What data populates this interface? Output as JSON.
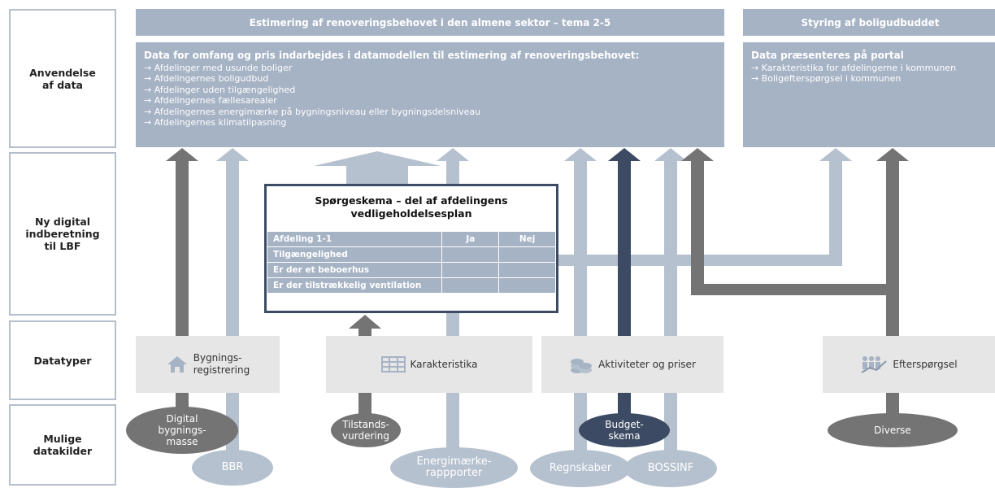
{
  "row_labels": {
    "usage": "Anvendelse\naf data",
    "reporting": "Ny digital\nindberetning\ntil LBF",
    "datatypes": "Datatyper",
    "sources": "Mulige\ndatakilder"
  },
  "headers": {
    "left": "Estimering af renoveringsbehovet i den almene sektor – tema 2-5",
    "right": "Styring af boligudbuddet"
  },
  "usage_left": {
    "title": "Data for omfang og pris indarbejdes i datamodellen til estimering af renoveringsbehovet:",
    "items": [
      "Afdelinger med usunde boliger",
      "Afdelingernes boligudbud",
      "Afdelinger uden tilgængelighed",
      "Afdelingernes fællesarealer",
      "Afdelingernes energimærke på bygningsniveau eller bygningsdelsniveau",
      "Afdelingernes klimatilpasning"
    ]
  },
  "usage_right": {
    "title": "Data præsenteres på portal",
    "items": [
      "Karakteristika for afdelingerne i kommunen",
      "Boligefterspørgsel i kommunen"
    ]
  },
  "form": {
    "title": "Spørgeskema – del af afdelingens\nvedligeholdelsesplan",
    "header": [
      "Afdeling 1-1",
      "Ja",
      "Nej"
    ],
    "rows": [
      "Tilgængelighed",
      "Er der et beboerhus",
      "Er der tilstrækkelig ventilation"
    ]
  },
  "datatypes": [
    {
      "label": "Bygnings-\nregistrering",
      "icon": "house-icon"
    },
    {
      "label": "Karakteristika",
      "icon": "table-icon"
    },
    {
      "label": "Aktiviteter og priser",
      "icon": "coins-icon"
    },
    {
      "label": "Efterspørgsel",
      "icon": "people-chart-icon"
    }
  ],
  "sources": {
    "digital": "Digital\nbygnings-\nmasse",
    "bbr": "BBR",
    "tilstand": "Tilstands-\nvurdering",
    "energi": "Energimærke-\nrappporter",
    "budget": "Budget-\nskema",
    "regnskaber": "Regnskaber",
    "bossinf": "BOSSINF",
    "diverse": "Diverse"
  },
  "colors": {
    "light_blue": "#a6b3c5",
    "dark_grey": "#747474",
    "navy": "#3c4b63",
    "panel_grey": "#e6e6e6"
  }
}
